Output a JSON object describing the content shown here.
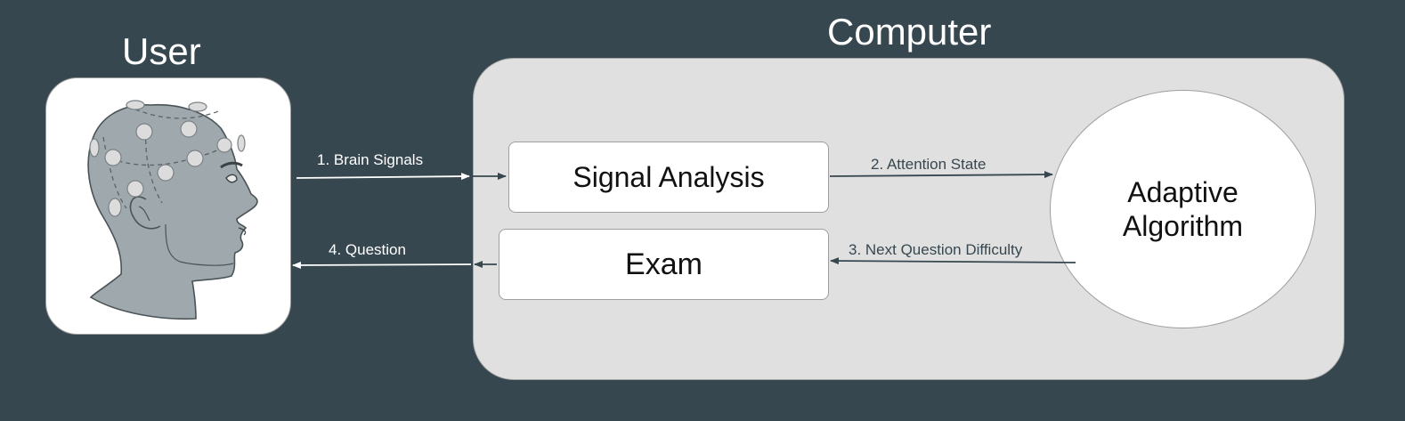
{
  "user": {
    "title": "User",
    "head_icon": "eeg-head-icon"
  },
  "computer": {
    "title": "Computer",
    "signal_analysis": "Signal Analysis",
    "exam": "Exam",
    "algorithm_line1": "Adaptive",
    "algorithm_line2": "Algorithm"
  },
  "flows": {
    "step1": "1. Brain Signals",
    "step2": "2. Attention State",
    "step3": "3. Next Question Difficulty",
    "step4": "4. Question"
  },
  "colors": {
    "background": "#37474f",
    "panel": "#e0e0e0",
    "head": "#9fa8ad",
    "electrode": "#dcdcdc"
  }
}
